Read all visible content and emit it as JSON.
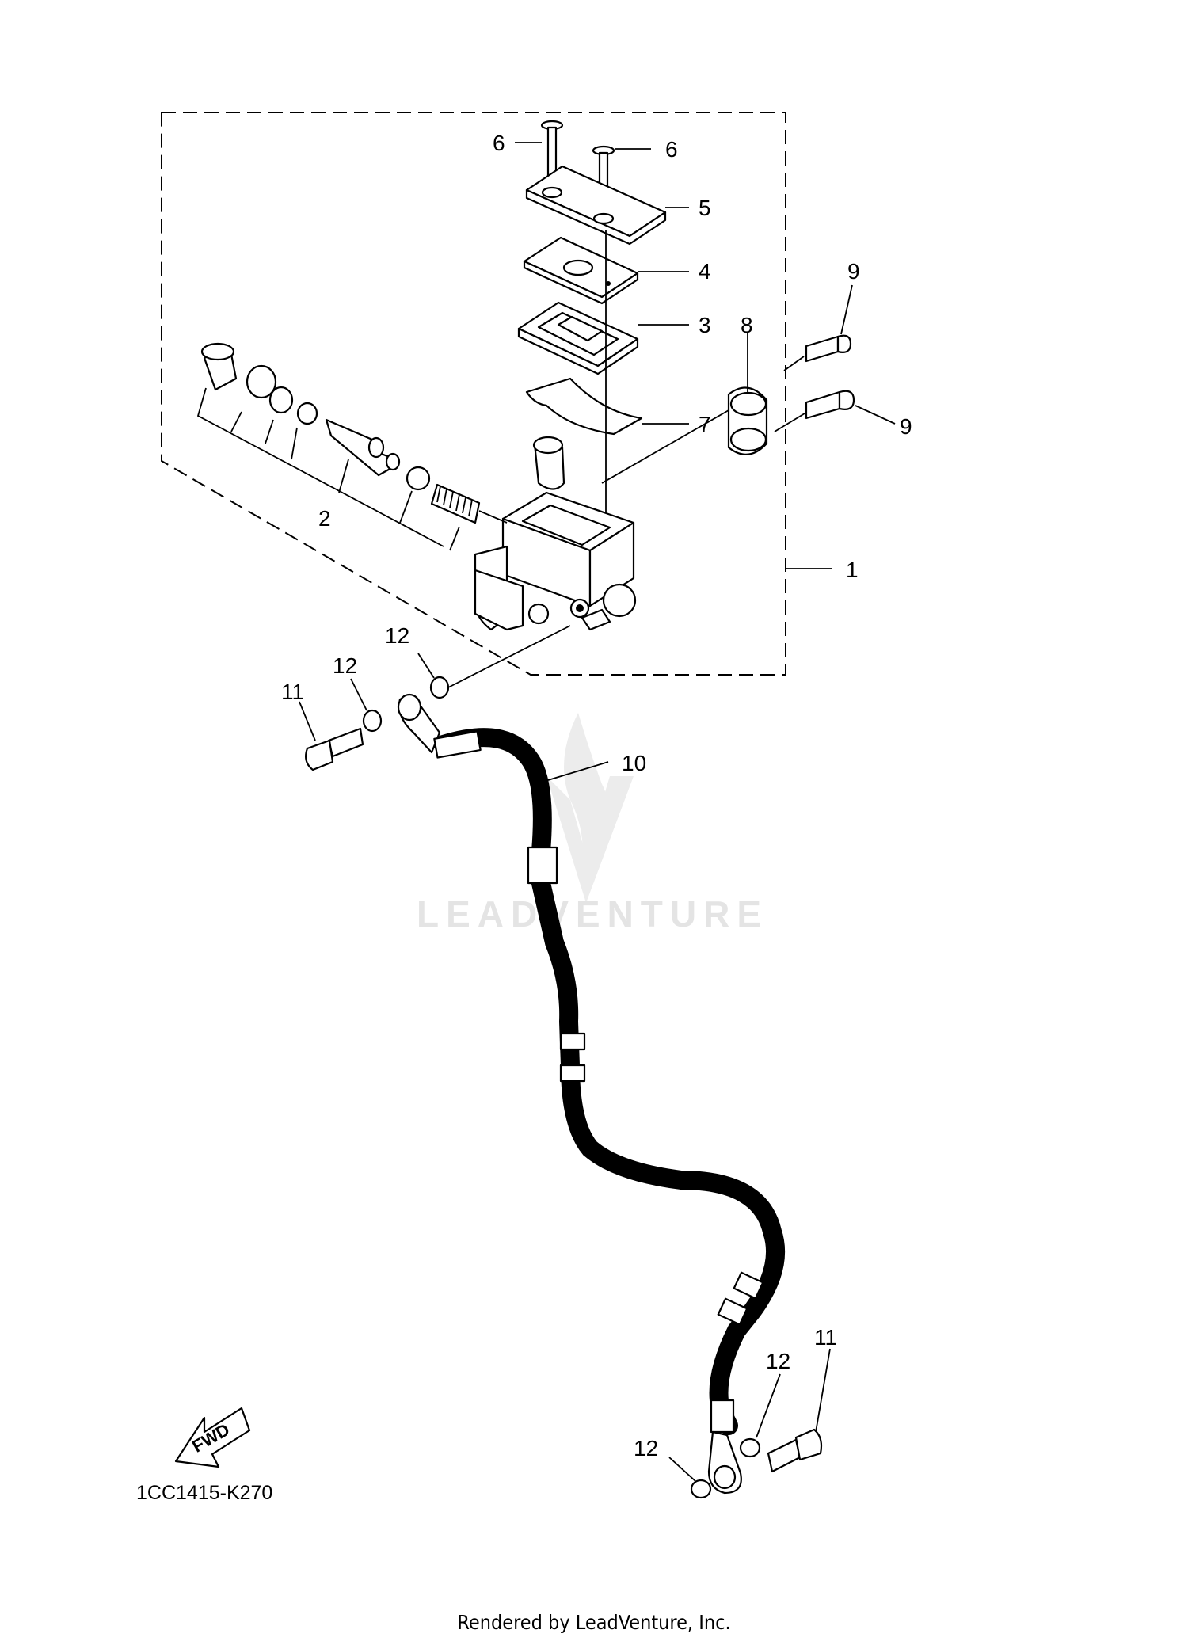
{
  "diagram_code": "1CC1415-K270",
  "footer_credit": "Rendered by LeadVenture, Inc.",
  "watermark": {
    "text": "LEADVENTURE",
    "color": "#e4e4e4"
  },
  "fwd_arrow_label": "FWD",
  "callouts": [
    {
      "id": "c1",
      "label": "1"
    },
    {
      "id": "c2",
      "label": "2"
    },
    {
      "id": "c3",
      "label": "3"
    },
    {
      "id": "c4",
      "label": "4"
    },
    {
      "id": "c5",
      "label": "5"
    },
    {
      "id": "c6a",
      "label": "6"
    },
    {
      "id": "c6b",
      "label": "6"
    },
    {
      "id": "c7",
      "label": "7"
    },
    {
      "id": "c8",
      "label": "8"
    },
    {
      "id": "c9a",
      "label": "9"
    },
    {
      "id": "c9b",
      "label": "9"
    },
    {
      "id": "c10",
      "label": "10"
    },
    {
      "id": "c11a",
      "label": "11"
    },
    {
      "id": "c11b",
      "label": "11"
    },
    {
      "id": "c12a",
      "label": "12"
    },
    {
      "id": "c12b",
      "label": "12"
    },
    {
      "id": "c12c",
      "label": "12"
    },
    {
      "id": "c12d",
      "label": "12"
    }
  ]
}
